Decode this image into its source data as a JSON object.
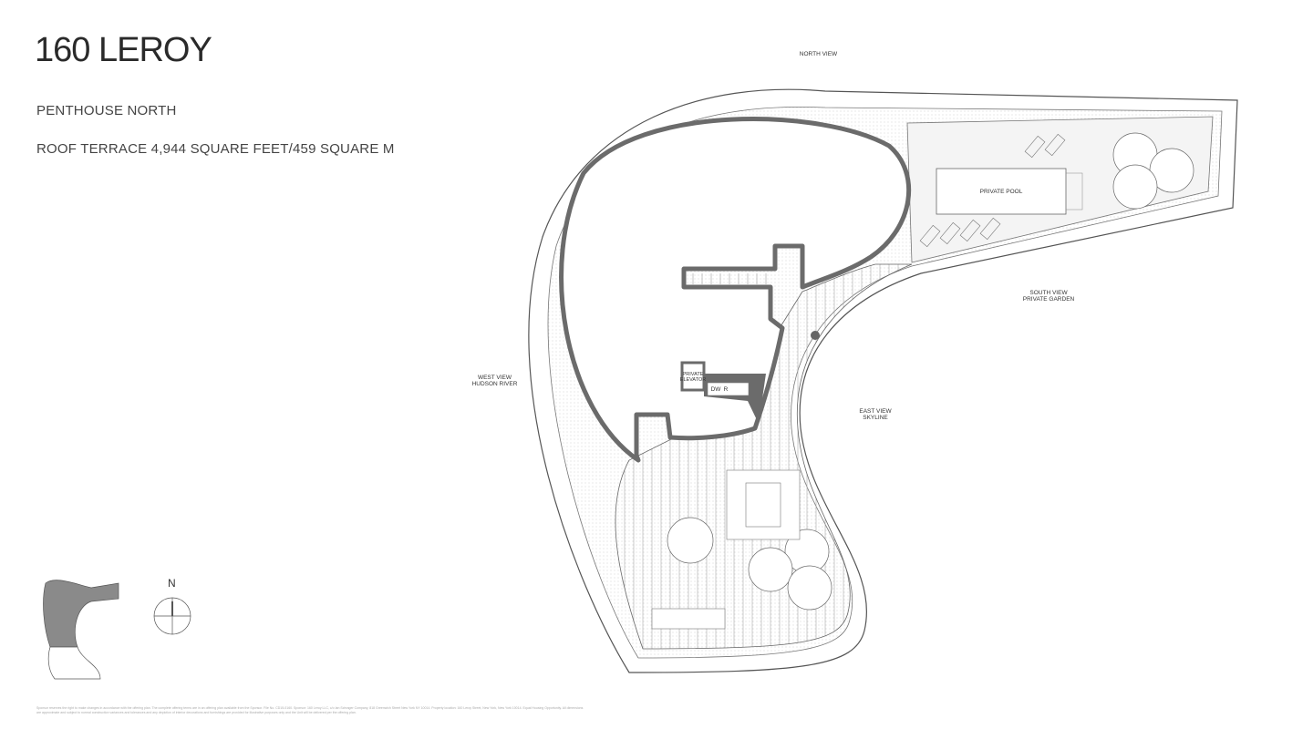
{
  "header": {
    "title": "160 LEROY",
    "unit": "PENTHOUSE NORTH",
    "area": "ROOF TERRACE 4,944 SQUARE FEET/459 SQUARE M"
  },
  "plan_labels": {
    "north_view": "NORTH VIEW",
    "west_view": [
      "WEST VIEW",
      "HUDSON RIVER"
    ],
    "east_view": [
      "EAST VIEW",
      "SKYLINE"
    ],
    "south_view": [
      "SOUTH VIEW",
      "PRIVATE GARDEN"
    ],
    "private_pool": "PRIVATE POOL",
    "private_elevator": [
      "PRIVATE",
      "ELEVATOR"
    ],
    "dw": "DW",
    "r": "R"
  },
  "compass": {
    "label": "N"
  },
  "colors": {
    "line": "#555555",
    "wall": "#6b6b6b",
    "key_fill": "#8a8a8a"
  },
  "disclaimer": "Sponsor reserves the right to make changes in accordance with the offering plan. The complete offering terms are in an offering plan available from the Sponsor. File No. CD15-0160. Sponsor: 160 Leroy LLC, c/o Ian Schrager Company, 818 Greenwich Street New York NY 10014. Property location: 160 Leroy Street, New York, New York 10014. Equal Housing Opportunity. All dimensions are approximate and subject to normal construction variances and tolerances and any depiction of interior decorations and furnishings are provided for illustrative purposes only and the Unit will be delivered per the offering plan."
}
